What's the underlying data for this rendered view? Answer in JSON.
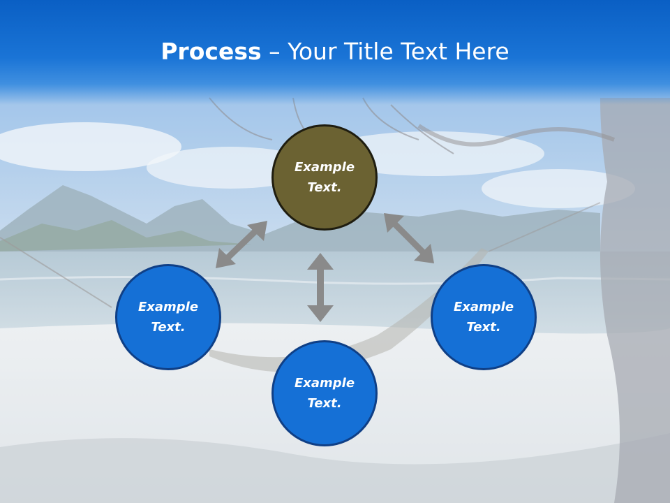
{
  "title": {
    "bold": "Process",
    "dash": " – ",
    "rest": "Your Title Text Here"
  },
  "nodes": [
    {
      "line1": "Example",
      "line2": "Text.",
      "color": "#6b6232"
    },
    {
      "line1": "Example",
      "line2": "Text.",
      "color": "#1570d6"
    },
    {
      "line1": "Example",
      "line2": "Text.",
      "color": "#1570d6"
    },
    {
      "line1": "Example",
      "line2": "Text.",
      "color": "#1570d6"
    }
  ],
  "arrow_color": "#8a8a8a"
}
